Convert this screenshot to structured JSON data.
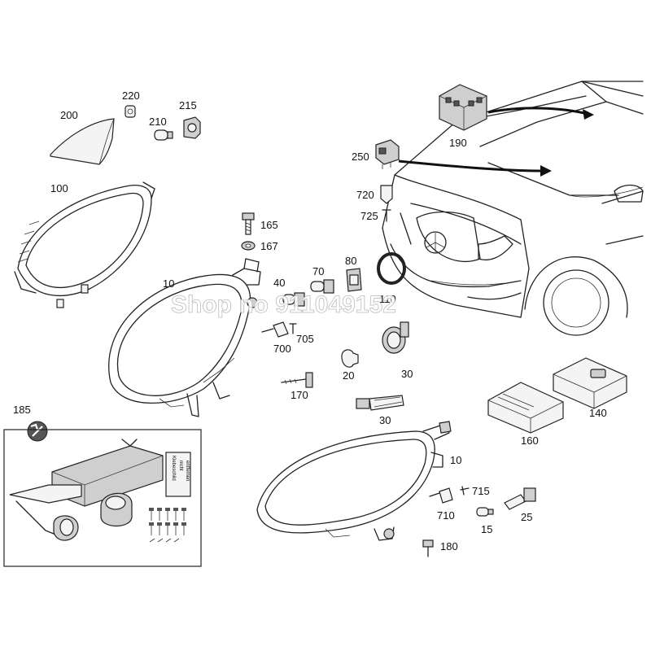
{
  "labels": {
    "l10a": "10",
    "l10b": "10",
    "l15": "15",
    "l20": "20",
    "l25": "25",
    "l30a": "30",
    "l30b": "30",
    "l40": "40",
    "l70": "70",
    "l80": "80",
    "l100": "100",
    "l110": "110",
    "l140": "140",
    "l160": "160",
    "l165": "165",
    "l167": "167",
    "l170": "170",
    "l180": "180",
    "l185": "185",
    "l190": "190",
    "l200": "200",
    "l210": "210",
    "l215": "215",
    "l220": "220",
    "l250": "250",
    "l700": "700",
    "l705": "705",
    "l710": "710",
    "l715": "715",
    "l720": "720",
    "l725": "725"
  },
  "watermark": "Shop no 911049152",
  "decal_text": [
    "Klebeschild",
    "nicht",
    "entfernen"
  ]
}
